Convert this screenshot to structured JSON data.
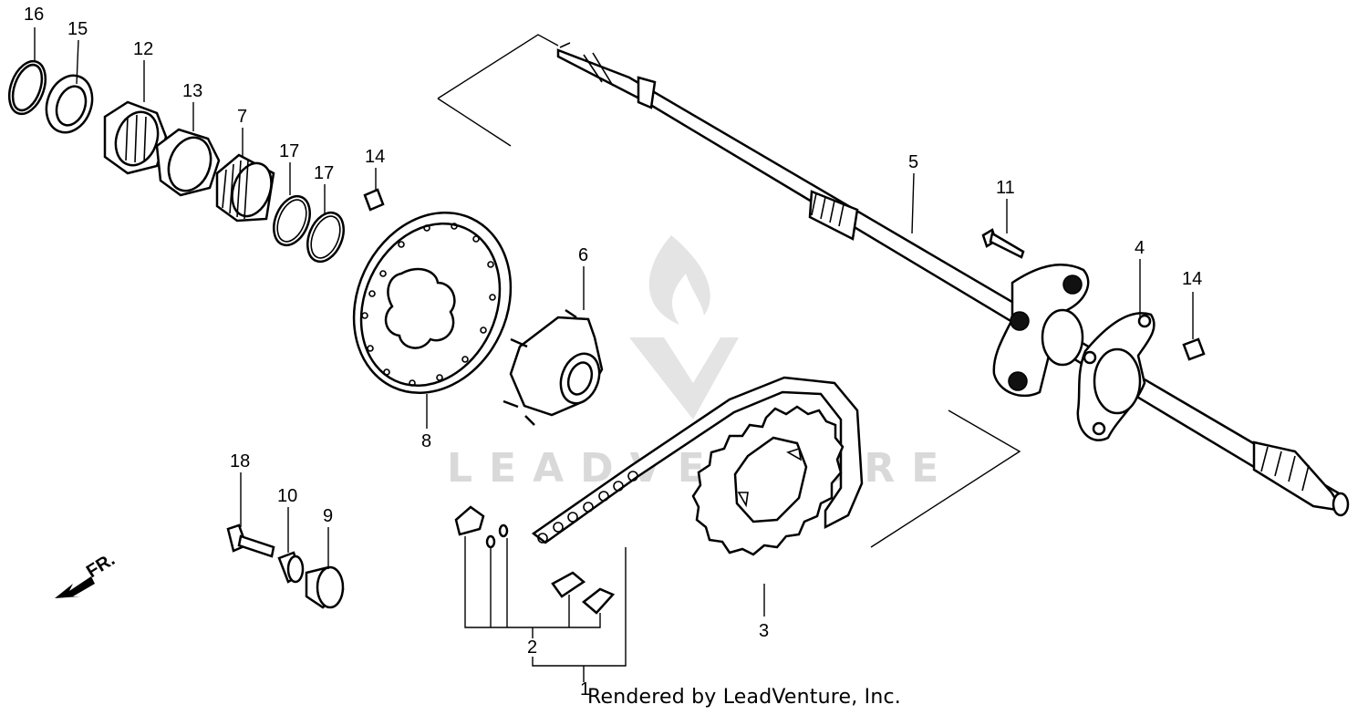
{
  "diagram": {
    "direction_label": "FR.",
    "watermark_text": "LEADVENTURE",
    "footer": "Rendered by LeadVenture, Inc.",
    "callouts": {
      "p1": "1",
      "p2": "2",
      "p3": "3",
      "p4": "4",
      "p5": "5",
      "p6": "6",
      "p7": "7",
      "p8": "8",
      "p9": "9",
      "p10": "10",
      "p11": "11",
      "p12": "12",
      "p13": "13",
      "p14a": "14",
      "p14b": "14",
      "p15": "15",
      "p16": "16",
      "p17a": "17",
      "p17b": "17",
      "p18": "18"
    }
  }
}
